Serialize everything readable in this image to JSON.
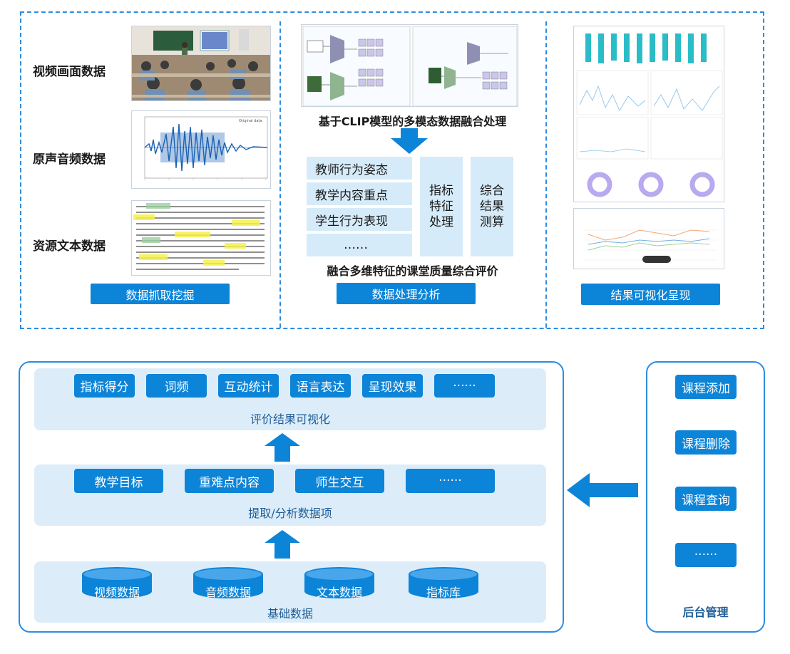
{
  "top": {
    "sources": [
      {
        "label": "视频画面数据"
      },
      {
        "label": "原声音频数据"
      },
      {
        "label": "资源文本数据"
      }
    ],
    "col1_button": "数据抓取挖掘",
    "col2_title": "基于CLIP模型的多模态数据融合处理",
    "features": [
      "教师行为姿态",
      "教学内容重点",
      "学生行为表现",
      "……"
    ],
    "mid_box": "指标\n特征\n处理",
    "right_box": "综合\n结果\n测算",
    "col2_caption": "融合多维特征的课堂质量综合评价",
    "col2_button": "数据处理分析",
    "col3_button": "结果可视化呈现"
  },
  "bottom": {
    "viz_items": [
      "指标得分",
      "词频",
      "互动统计",
      "语言表达",
      "呈现效果",
      "······"
    ],
    "viz_caption": "评价结果可视化",
    "extract_items": [
      "教学目标",
      "重难点内容",
      "师生交互",
      "······"
    ],
    "extract_caption": "提取/分析数据项",
    "db_items": [
      "视频数据",
      "音频数据",
      "文本数据",
      "指标库"
    ],
    "db_caption": "基础数据",
    "admin_items": [
      "课程添加",
      "课程删除",
      "课程查询",
      "······"
    ],
    "admin_caption": "后台管理"
  },
  "colors": {
    "accent": "#0c84d8",
    "light": "#dcedf9",
    "border": "#2d8de0"
  }
}
